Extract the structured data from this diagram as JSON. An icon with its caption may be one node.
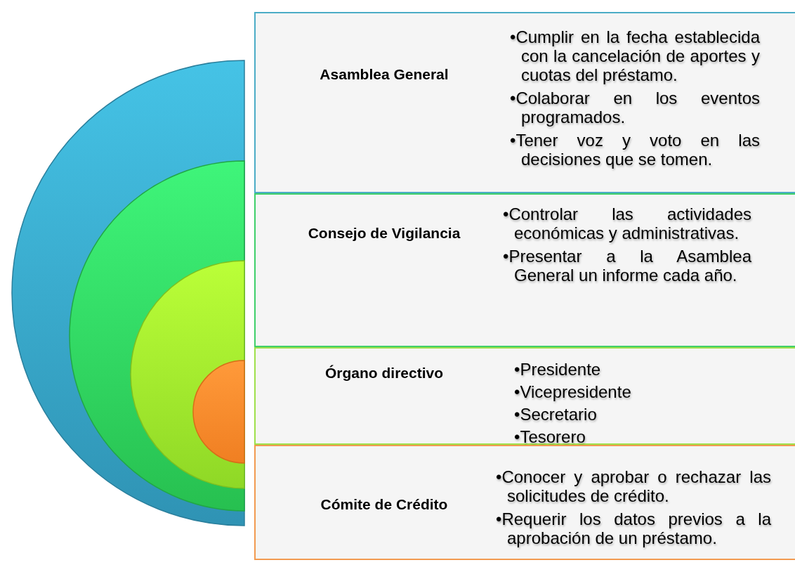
{
  "diagram": {
    "nodes": [
      {
        "text": [
          "Asamblea General",
          "•Cumplir en la fecha establecida con la cancelación de aportes y cuotas del préstamo.",
          "•Colaborar en los eventos programados.",
          "•Tener voz y voto en las decisiones que se tomen."
        ]
      },
      {
        "text": [
          "Consejo de Vigilancia",
          "•Controlar las actividades económicas y administrativas.",
          "•Presentar a la Asamblea General un informe cada año."
        ]
      },
      {
        "text": [
          "Órgano directivo",
          "•Presidente",
          "•Vicepresidente",
          "•Secretario",
          "•Tesorero"
        ]
      },
      {
        "text": [
          "Cómite de Crédito",
          "•Conocer y aprobar o rechazar las solicitudes de crédito.",
          "•Requerir los datos previos a la aprobación de un préstamo."
        ]
      }
    ]
  }
}
